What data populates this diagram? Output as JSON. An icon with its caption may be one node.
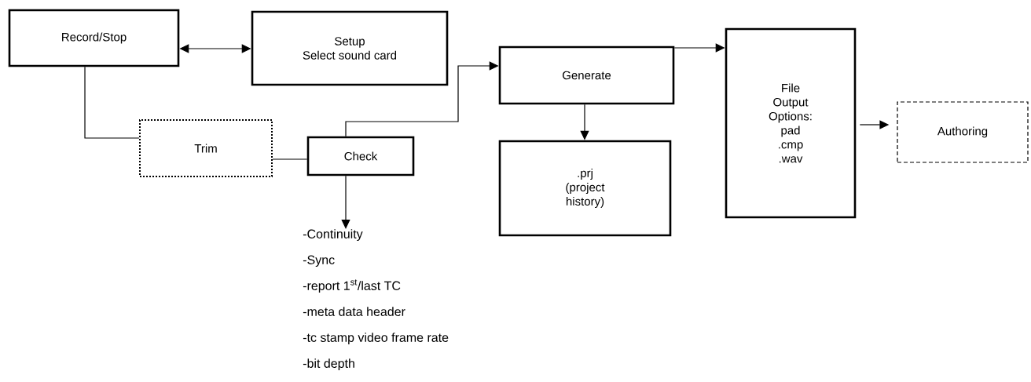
{
  "diagram": {
    "nodes": [
      {
        "text": [
          "Record/Stop"
        ]
      },
      {
        "text": [
          "Setup",
          "Select sound card"
        ]
      },
      {
        "text": [
          "Trim"
        ]
      },
      {
        "text": [
          "Check"
        ]
      },
      {
        "text": [
          "Generate"
        ]
      },
      {
        "text": [
          ".prj (project history)"
        ]
      },
      {
        "text": [
          "File Output Options:",
          "pad",
          ".cmp",
          ".wav"
        ]
      },
      {
        "text": [
          "Authoring"
        ]
      },
      {
        "text": [
          "-Continuity",
          "-Sync",
          "-report 1$^{st}$/last TC",
          "-meta data header",
          "-tc stamp video frame rate",
          "-bit depth"
        ]
      }
    ],
    "edges": [
      {
        "from": 0,
        "to": 1,
        "arrow": "both"
      },
      {
        "from": 0,
        "to": 2,
        "arrow": "none"
      },
      {
        "from": 2,
        "to": 3,
        "arrow": "none"
      },
      {
        "from": 3,
        "to": 4,
        "arrow": "to"
      },
      {
        "from": 4,
        "to": 5,
        "arrow": "to"
      },
      {
        "from": 4,
        "to": 6,
        "arrow": "to"
      },
      {
        "from": 6,
        "to": 7,
        "arrow": "to"
      },
      {
        "from": 3,
        "to": 8,
        "arrow": "to"
      }
    ]
  }
}
